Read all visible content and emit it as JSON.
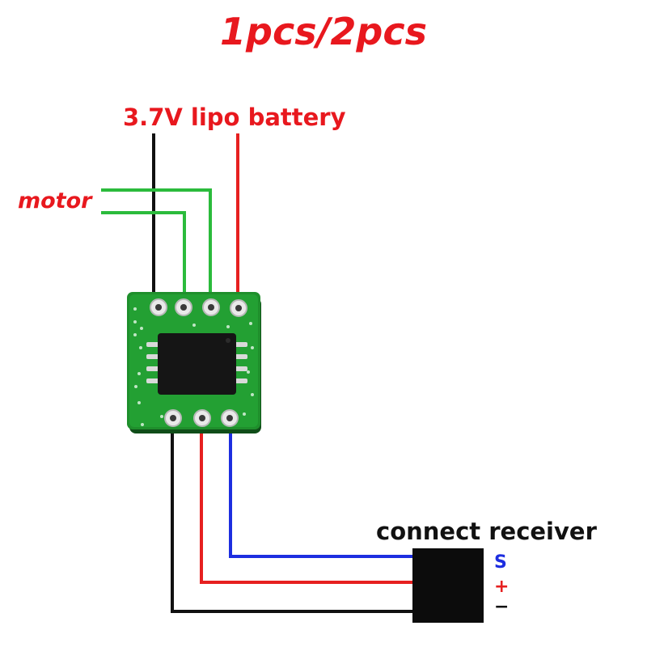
{
  "title": "1pcs/2pcs",
  "labels": {
    "battery": "3.7V lipo battery",
    "motor": "motor",
    "receiver": "connect receiver"
  },
  "connector_pins": {
    "signal": "S",
    "positive": "+",
    "negative": "−"
  },
  "colors": {
    "label_red": "#e8181e",
    "wire_black": "#111111",
    "wire_red": "#e62020",
    "wire_green": "#2bbb3c",
    "wire_blue": "#1d2ee0",
    "pcb_green": "#1f8f2c",
    "chip_black": "#151515",
    "connector_black": "#0c0c0c"
  }
}
